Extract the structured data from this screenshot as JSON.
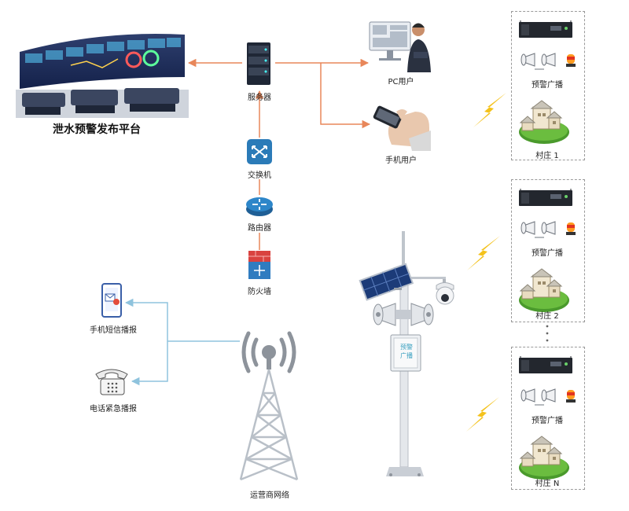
{
  "platform": {
    "title": "泄水预警发布平台"
  },
  "network": {
    "server": "服务器",
    "switch": "交换机",
    "router": "路由器",
    "firewall": "防火墙"
  },
  "users": {
    "pc": "PC用户",
    "mobile": "手机用户"
  },
  "alerts": {
    "sms": "手机短信播报",
    "phone": "电话紧急播报",
    "carrier": "运营商网络"
  },
  "pole": {
    "box_label": "预警\n广播"
  },
  "villages": [
    {
      "broadcast": "预警广播",
      "name": "村庄 1"
    },
    {
      "broadcast": "预警广播",
      "name": "村庄  2"
    },
    {
      "broadcast": "预警广播",
      "name": "村庄  N"
    }
  ],
  "colors": {
    "arrow_orange": "#e8875a",
    "arrow_blue": "#8fc3dd",
    "lightning": "#f4c21b",
    "tower_gray": "#aeb4bd"
  }
}
